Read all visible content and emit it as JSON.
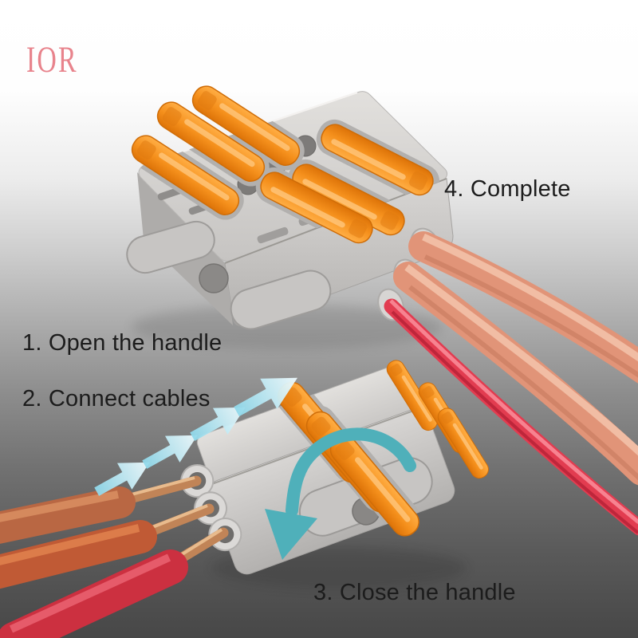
{
  "brand": {
    "logo_text": "IOR",
    "color": "#e8838c"
  },
  "steps": [
    {
      "label": "1. Open the handle"
    },
    {
      "label": "2. Connect cables"
    },
    {
      "label": "3. Close the handle"
    },
    {
      "label": "4. Complete"
    }
  ],
  "palette": {
    "background_top": "#ffffff",
    "background_bottom": "#474747",
    "text": "#1c1c1c",
    "lever_orange": "#f5901c",
    "connector_body_gray": "#d3d1cf",
    "wire_salmon": "#e19478",
    "wire_red": "#e23c50",
    "wire_copper": "#c18457",
    "wire_brown_orange": "#b96743",
    "wire_orange_red": "#c05a35",
    "small_arrow_cyan": "#9fdfef",
    "curved_arrow_teal": "#4fb0ba"
  },
  "icons": {
    "small_arrow": "arrow-up-right",
    "curved_arrow": "arrow-curve-counterclockwise"
  }
}
